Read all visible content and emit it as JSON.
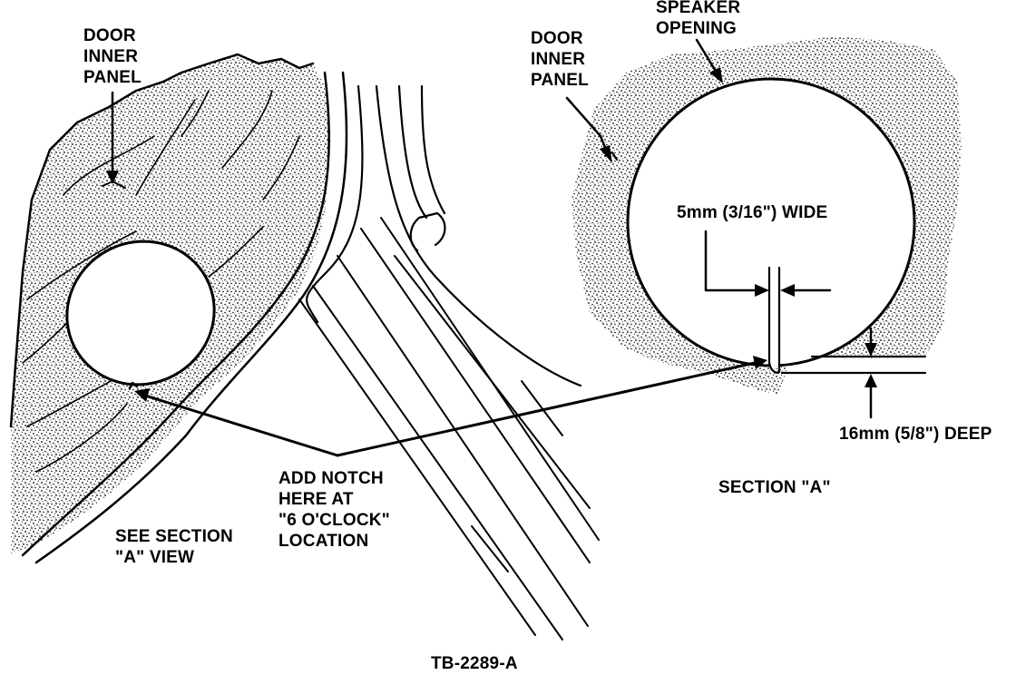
{
  "labels": {
    "door_inner_panel_left": [
      "DOOR",
      "INNER",
      "PANEL"
    ],
    "door_inner_panel_right": [
      "DOOR",
      "INNER",
      "PANEL"
    ],
    "speaker_opening": [
      "SPEAKER",
      "OPENING"
    ],
    "width_callout": "5mm (3/16\") WIDE",
    "depth_callout": "16mm (5/8\") DEEP",
    "add_notch": [
      "ADD NOTCH",
      "HERE AT",
      "\"6 O'CLOCK\"",
      "LOCATION"
    ],
    "see_section": [
      "SEE SECTION",
      "\"A\" VIEW"
    ],
    "section_title": "SECTION \"A\"",
    "figure_id": "TB-2289-A"
  }
}
